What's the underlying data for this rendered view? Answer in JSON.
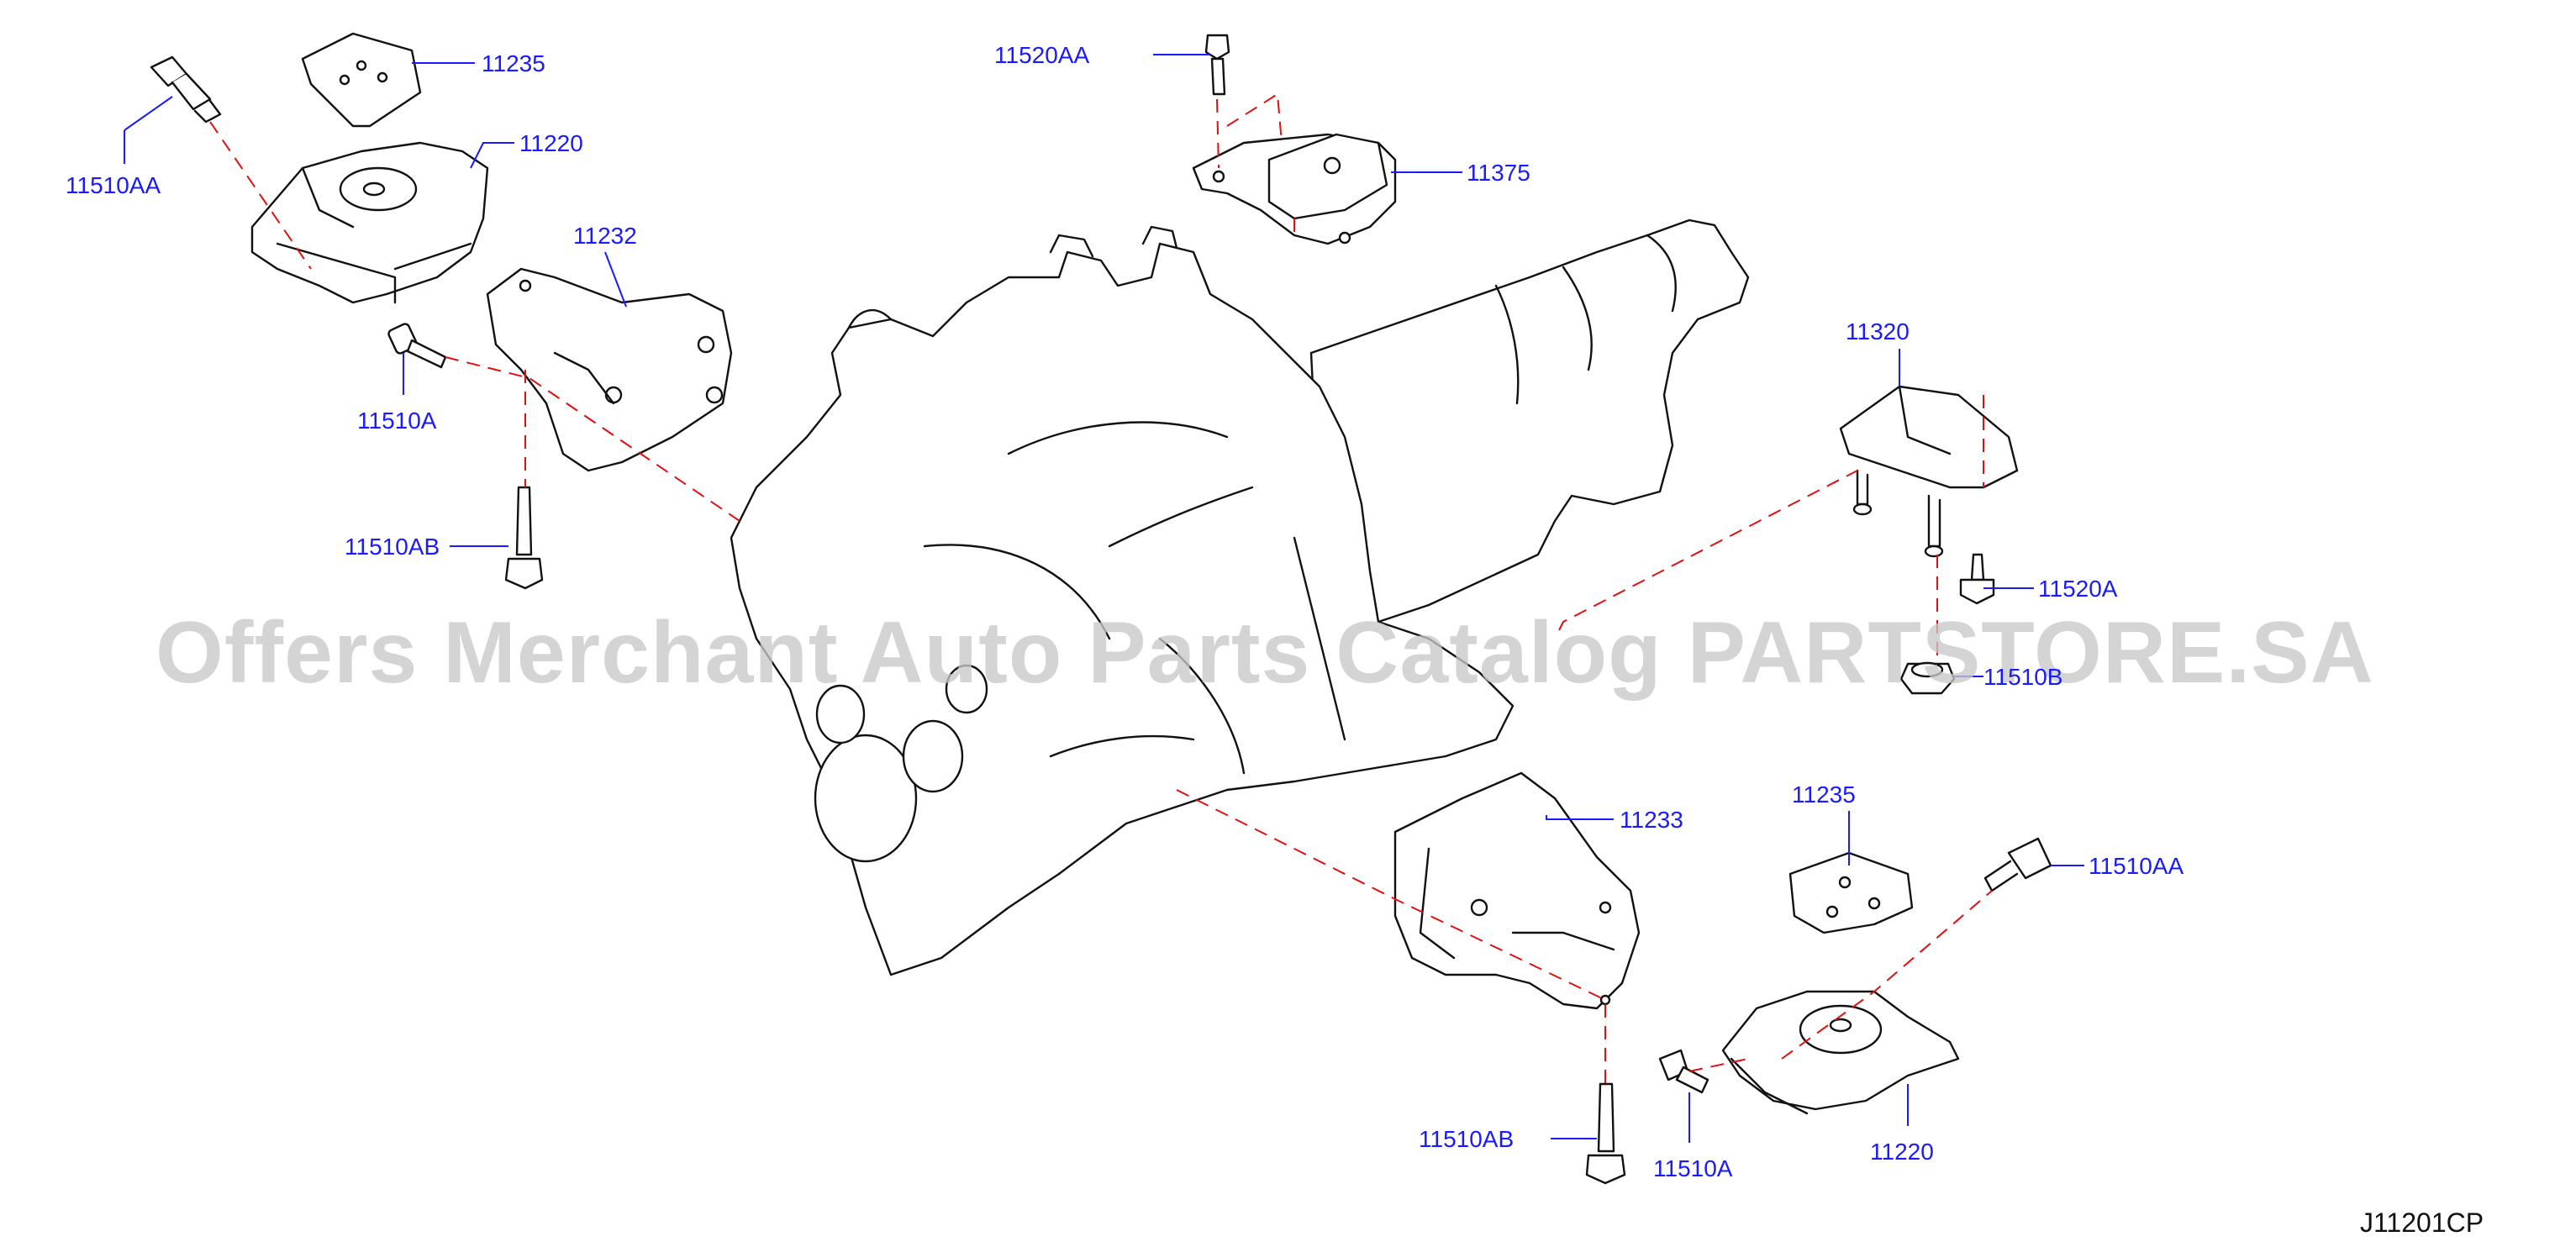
{
  "diagram": {
    "code": "J11201CP",
    "watermark": "Offers Merchant Auto Parts Catalog PARTSTORE.SA",
    "colors": {
      "callout": "#1a1aff",
      "dashed_line": "#e01010",
      "line_art": "#111111",
      "watermark": "#c8c8c8"
    }
  },
  "labels": {
    "l_11235_top": "11235",
    "l_11510AA_top": "11510AA",
    "l_11220_top": "11220",
    "l_11232": "11232",
    "l_11510A_left": "11510A",
    "l_11510AB_left": "11510AB",
    "l_11520AA": "11520AA",
    "l_11375": "11375",
    "l_11320": "11320",
    "l_11520A": "11520A",
    "l_11510B": "11510B",
    "l_11233": "11233",
    "l_11235_bottom": "11235",
    "l_11510AA_bottom": "11510AA",
    "l_11510AB_bottom": "11510AB",
    "l_11510A_bottom": "11510A",
    "l_11220_bottom": "11220"
  }
}
